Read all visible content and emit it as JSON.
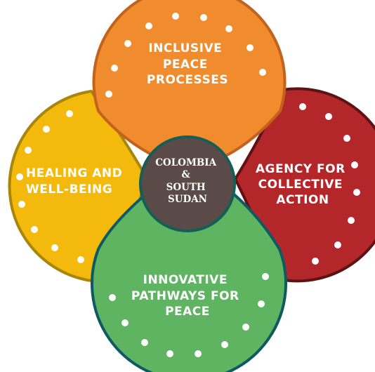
{
  "colors": {
    "healing_fill": "#f3b90d",
    "healing_stroke": "#a8850b",
    "inclusive_fill": "#f08c2d",
    "inclusive_stroke": "#c2621c",
    "agency_fill": "#b3262a",
    "agency_stroke": "#5e1214",
    "innovative_fill": "#5fb461",
    "innovative_stroke": "#0e5a63",
    "hub_fill": "#5a4b48",
    "hub_stroke": "#155e56",
    "dot": "#ffffff"
  },
  "petals": {
    "healing": {
      "line1": "HEALING AND",
      "line2": "WELL-BEING"
    },
    "inclusive": {
      "line1": "INCLUSIVE",
      "line2": "PEACE",
      "line3": "PROCESSES"
    },
    "agency": {
      "line1": "AGENCY FOR",
      "line2": "COLLECTIVE",
      "line3": "ACTION"
    },
    "innovative": {
      "line1": "INNOVATIVE",
      "line2": "PATHWAYS FOR",
      "line3": "PEACE"
    }
  },
  "hub": {
    "line1": "COLOMBIA",
    "line2": "&",
    "line3": "SOUTH",
    "line4": "SUDAN"
  }
}
